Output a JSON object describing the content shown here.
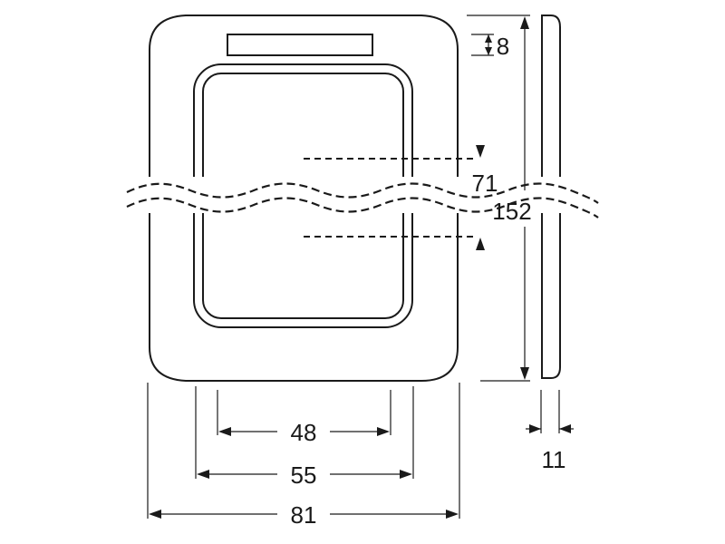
{
  "dimensions": {
    "front_plate_width": "81",
    "opening_outer_width": "55",
    "opening_inner_width": "48",
    "total_height": "152",
    "label_field_height": "8",
    "opening_height": "71",
    "depth": "11"
  }
}
